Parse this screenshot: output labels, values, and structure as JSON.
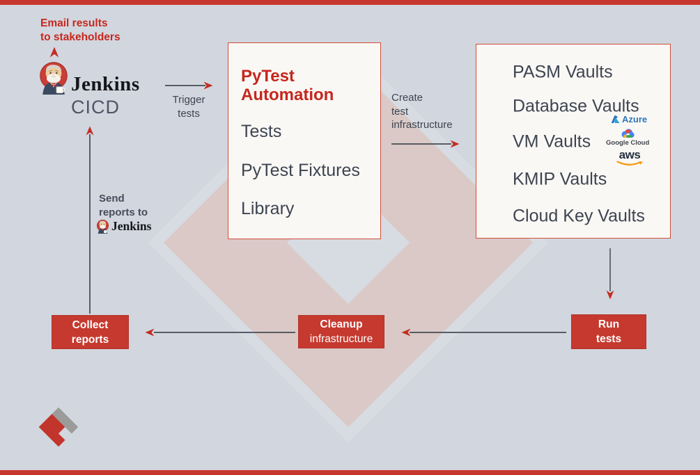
{
  "colors": {
    "background": "#d2d6de",
    "bar_red": "#c6382e",
    "box_red": "#c6392f",
    "border_red": "#cf4e39",
    "text_red": "#c5271e",
    "panel_bg": "#faf8f5",
    "text_dark": "#3d4451",
    "text_gray": "#4d5666",
    "line_dark": "#454b54",
    "watermark_pink": "#dac9c6",
    "watermark_light": "#d7dbe2",
    "azure_blue": "#2e76bc",
    "aws_dark": "#25303f",
    "aws_orange": "#f7980a"
  },
  "jenkins": {
    "logo_text": "Jenkins",
    "subtitle": "CICD"
  },
  "annotations": {
    "email_note": "Email results\nto stakeholders",
    "trigger": "Trigger\ntests",
    "create_infra": "Create\ntest\ninfrastructure",
    "send_reports": "Send\nreports to",
    "send_target": "Jenkins"
  },
  "pytest_box": {
    "title": "PyTest\nAutomation",
    "items": [
      "Tests",
      "PyTest Fixtures",
      "Library"
    ]
  },
  "vaults_box": {
    "items": [
      "PASM Vaults",
      "Database Vaults",
      "VM Vaults",
      "KMIP Vaults",
      "Cloud Key Vaults"
    ],
    "providers": {
      "azure": "Azure",
      "google": "Google Cloud",
      "aws": "aws"
    }
  },
  "flow": {
    "run_tests": "Run\ntests",
    "cleanup_line1": "Cleanup",
    "cleanup_line2": "infrastructure",
    "collect_reports": "Collect\nreports"
  }
}
